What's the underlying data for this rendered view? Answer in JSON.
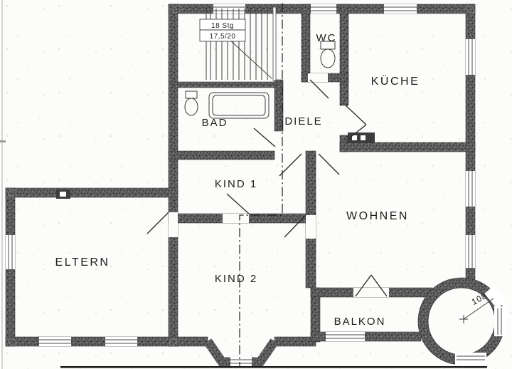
{
  "plan": {
    "rooms": [
      {
        "id": "kueche",
        "label": "KÜCHE"
      },
      {
        "id": "wc",
        "label": "WC"
      },
      {
        "id": "bad",
        "label": "BAD"
      },
      {
        "id": "diele",
        "label": "DIELE"
      },
      {
        "id": "kind1",
        "label": "KIND 1"
      },
      {
        "id": "wohnen",
        "label": "WOHNEN"
      },
      {
        "id": "eltern",
        "label": "ELTERN"
      },
      {
        "id": "kind2",
        "label": "KIND 2"
      },
      {
        "id": "balkon",
        "label": "BALKON"
      }
    ],
    "stairs": {
      "line1": "18 Stg",
      "line2": "17,5/20"
    },
    "dimensions": {
      "tower_radius": "108"
    }
  },
  "colors": {
    "paper": "#fcfcfa",
    "ink": "#1d1d1d",
    "wall": "#5f5f5f"
  }
}
